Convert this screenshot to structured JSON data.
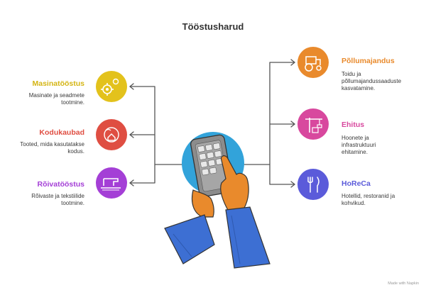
{
  "title": "Tööstusharud",
  "colors": {
    "masin": "#E3C21C",
    "kodu": "#DF4E42",
    "roiva": "#A43FD6",
    "pollu": "#E98A2C",
    "ehitus": "#D8489E",
    "horeca": "#5B5BDA",
    "connector": "#555555"
  },
  "items": [
    {
      "title": "Masinatööstus",
      "desc": "Masinate ja seadmete tootmine.",
      "icon": "gears-icon"
    },
    {
      "title": "Kodukaubad",
      "desc": "Tooted, mida kasutatakse kodus.",
      "icon": "house-globe-icon"
    },
    {
      "title": "Rõivatööstus",
      "desc": "Rõivaste ja tekstiilide tootmine.",
      "icon": "sewing-machine-icon"
    },
    {
      "title": "Põllumajandus",
      "desc": "Toidu ja põllumajandussaaduste kasvatamine.",
      "icon": "tractor-icon"
    },
    {
      "title": "Ehitus",
      "desc": "Hoonete ja infrastruktuuri ehitamine.",
      "icon": "crane-icon"
    },
    {
      "title": "HoReCa",
      "desc": "Hotellid, restoranid ja kohvikud.",
      "icon": "cutlery-icon"
    }
  ],
  "watermark": "Made with Napkin"
}
